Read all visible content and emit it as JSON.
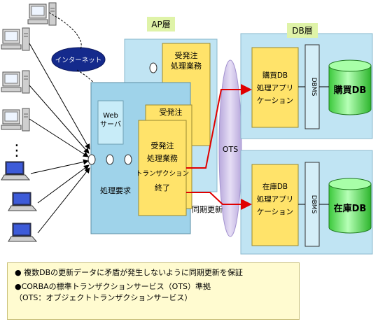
{
  "labels": {
    "internet": "インターネット",
    "ap_layer": "AP層",
    "db_layer": "DB層",
    "web_server": [
      "Web",
      "サーバ"
    ],
    "ap_back": [
      "受発注",
      "処理業務"
    ],
    "ap_mid": "受発注",
    "ap_front": [
      "受発注",
      "処理業務",
      "トランザクション",
      "終了"
    ],
    "processing_request": "処理要求",
    "ots": "OTS",
    "sync_update": "同期更新",
    "purchase_app": [
      "購買DB",
      "処理アプリ",
      "ケーション"
    ],
    "stock_app": [
      "在庫DB",
      "処理アプリ",
      "ケーション"
    ],
    "dbms": "DBMS",
    "purchase_db": "購買DB",
    "stock_db": "在庫DB",
    "dots": "⋮"
  },
  "notes": {
    "line1": "● 複数DBの更新データに矛盾が発生しないように同期更新を保証",
    "line2": "●CORBAの標準トランザクションサービス（OTS）準拠",
    "line3": "（OTS：オブジェクトトランザクションサービス）"
  },
  "colors": {
    "server_blue": "#9fd3ea",
    "panel_blue": "#c0e4f3",
    "app_yellow": "#ffe36a",
    "ots_purple": "#cdbfe6",
    "db_green": "#7ef07e",
    "label_tag": "#dff3a8",
    "red_line": "#e00000",
    "note_bg": "#fffbd0"
  }
}
